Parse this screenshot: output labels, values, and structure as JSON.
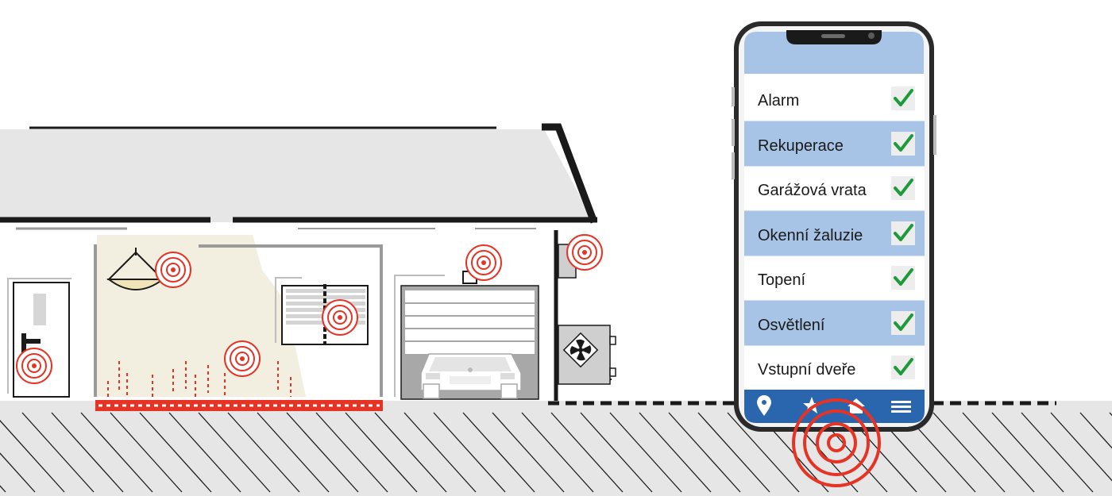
{
  "app": {
    "items": [
      {
        "label": "Alarm",
        "checked": true
      },
      {
        "label": "Rekuperace",
        "checked": true
      },
      {
        "label": "Garážová vrata",
        "checked": true
      },
      {
        "label": "Okenní žaluzie",
        "checked": true
      },
      {
        "label": "Topení",
        "checked": true
      },
      {
        "label": "Osvětlení",
        "checked": true
      },
      {
        "label": "Vstupní dveře",
        "checked": true
      }
    ],
    "nav_icons": [
      "location-pin-icon",
      "star-icon",
      "home-icon",
      "menu-icon"
    ]
  },
  "colors": {
    "signal": "#e63323",
    "row_alt": "#a7c4e6",
    "nav_bar": "#2a66ad",
    "check": "#1f9a3a",
    "ground": "#e6e6e6",
    "heating_strip": "#e63323",
    "light_beam": "#f2efe1"
  }
}
